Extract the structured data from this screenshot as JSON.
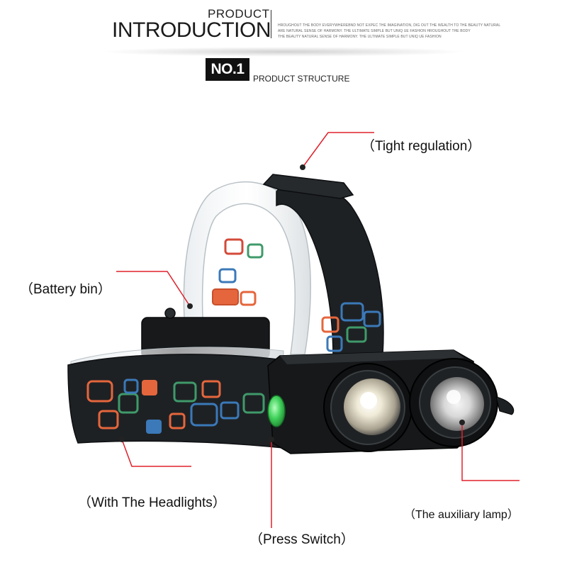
{
  "header": {
    "product": "PRODUCT",
    "introduction": "INTRODUCTION",
    "fine_print": [
      "HROUGHOUT THE BODY EVERYWHEREBND NOT EXPEC THE IMAGINATION, DIG OUT THE WEALTH TO THE BEAUTY NATURAL",
      "ARE NATURAL SENSE OF HARMONY. THE ULTIMATE SIMPLE BUT UNIQ UE FASHION HROUGHOUT THE BODY",
      "THE BEAUTY NATURAL SENSE OF HARMONY. THE ULTIMATE SIMPLE BUT UNIQ UE FASHION"
    ]
  },
  "section": {
    "badge": "NO.1",
    "title": "PRODUCT STRUCTURE"
  },
  "callouts": {
    "tight_regulation": "（Tight regulation）",
    "battery_bin": "（Battery bin）",
    "with_headlights": "（With The Headlights）",
    "auxiliary_lamp": "（The auxiliary lamp）",
    "press_switch": "（Press Switch）"
  },
  "colors": {
    "callout_line": "#e0202a",
    "strap": "#1e2124",
    "pattern_orange": "#e5663c",
    "pattern_blue": "#3b79b8",
    "pattern_green": "#3f9a6a",
    "switch_green": "#3fd05a"
  }
}
